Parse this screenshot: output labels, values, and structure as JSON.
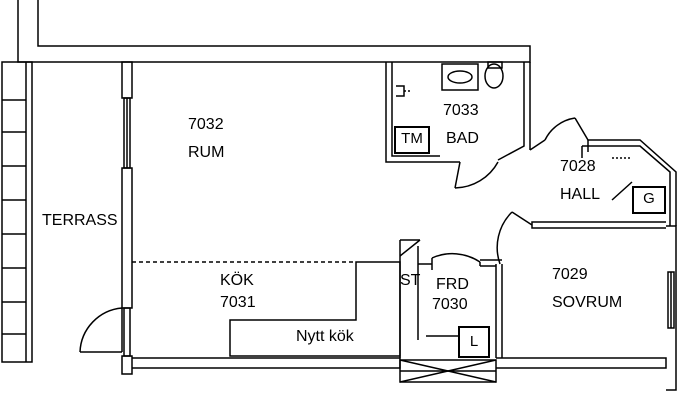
{
  "rooms": {
    "rum": {
      "number": "7032",
      "name": "RUM"
    },
    "bad": {
      "number": "7033",
      "name": "BAD"
    },
    "hall": {
      "number": "7028",
      "name": "HALL"
    },
    "terrass": {
      "name": "TERRASS"
    },
    "kok": {
      "name": "KÖK",
      "number": "7031"
    },
    "frd": {
      "name": "FRD",
      "number": "7030"
    },
    "sovrum": {
      "number": "7029",
      "name": "SOVRUM"
    }
  },
  "fixtures": {
    "tm": "TM",
    "g": "G",
    "st": "ST",
    "l": "L",
    "new_kitchen": "Nytt kök"
  }
}
